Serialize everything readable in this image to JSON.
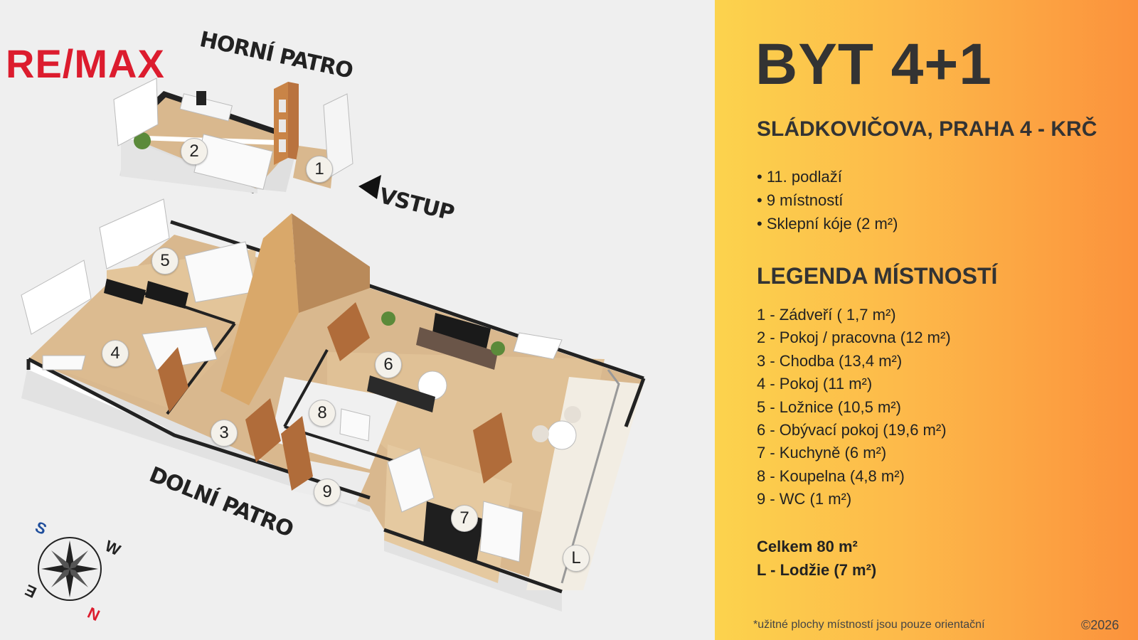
{
  "brand": {
    "logo": "RE/MAX"
  },
  "plan": {
    "upper_floor": "HORNÍ PATRO",
    "lower_floor": "DOLNÍ PATRO",
    "entrance": "VSTUP",
    "rooms": [
      "1",
      "2",
      "3",
      "4",
      "5",
      "6",
      "7",
      "8",
      "9",
      "L"
    ],
    "compass": {
      "north": "N",
      "south": "S",
      "east": "E",
      "west": "W"
    }
  },
  "listing": {
    "title": "BYT 4+1",
    "address": "SLÁDKOVIČOVA, PRAHA 4 - KRČ",
    "facts": [
      "11. podlaží",
      "9 místností",
      "Sklepní kóje (2 m²)"
    ],
    "legend_title": "LEGENDA MÍSTNOSTÍ",
    "legend": [
      "1 - Zádveří ( 1,7 m²)",
      "2 - Pokoj / pracovna (12 m²)",
      "3 - Chodba (13,4 m²)",
      "4 - Pokoj (11 m²)",
      "5 - Ložnice (10,5 m²)",
      "6 - Obývací pokoj (19,6 m²)",
      "7 - Kuchyně (6 m²)",
      "8 - Koupelna (4,8 m²)",
      "9 - WC (1 m²)"
    ],
    "total": "Celkem 80 m²",
    "loggia": "L - Lodžie (7 m²)",
    "note": "*užitné plochy místností jsou pouze orientační",
    "copyright": "©2026"
  },
  "colors": {
    "brand_red": "#dc1c2e",
    "brand_blue": "#1f4e9c",
    "panel_start": "#fcd34d",
    "panel_end": "#fb923c",
    "text_dark": "#333333"
  }
}
